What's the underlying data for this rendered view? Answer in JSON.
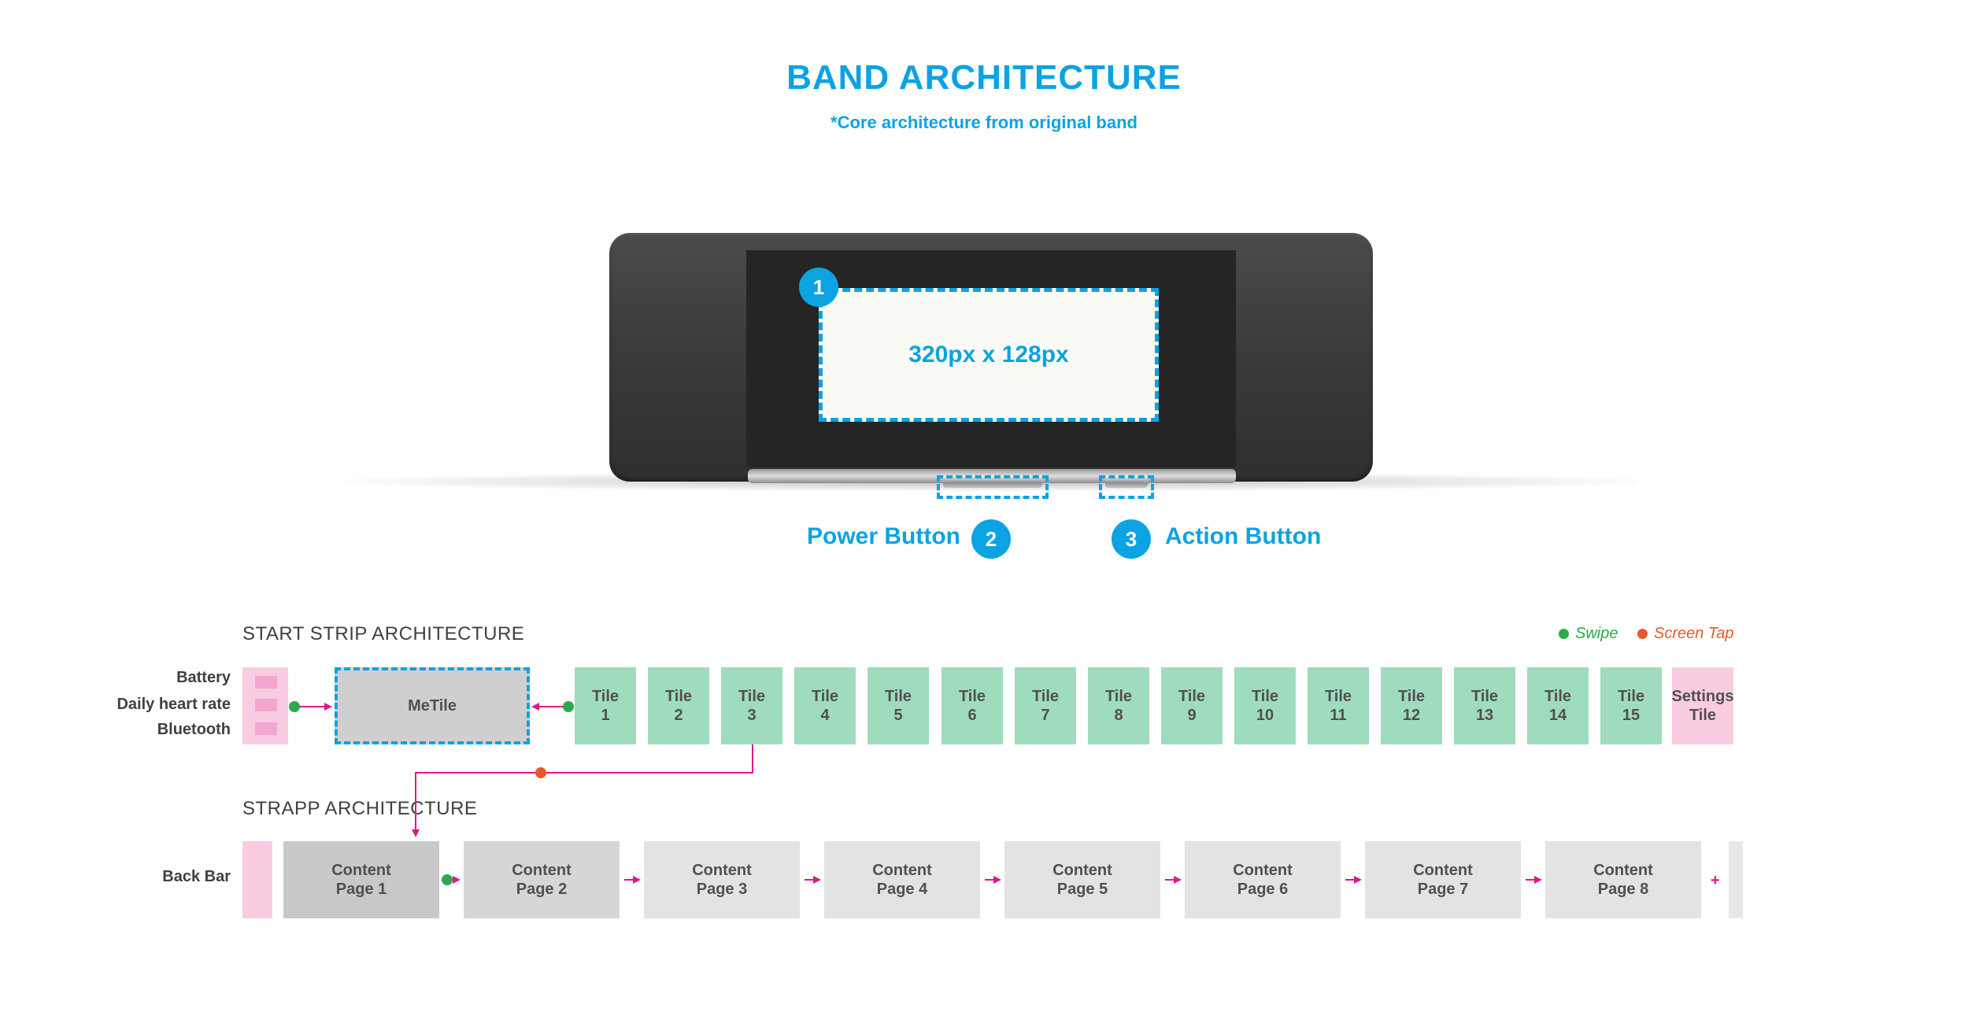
{
  "header": {
    "title": "BAND ARCHITECTURE",
    "subtitle": "*Core architecture from original band"
  },
  "device": {
    "screen_label": "320px x 128px",
    "screen_number": "1",
    "power_button": {
      "number": "2",
      "label": "Power Button"
    },
    "action_button": {
      "number": "3",
      "label": "Action Button"
    }
  },
  "start_strip": {
    "title": "START STRIP ARCHITECTURE",
    "side_labels": [
      "Battery",
      "Daily heart rate",
      "Bluetooth"
    ],
    "metile_label": "MeTile",
    "tiles": [
      {
        "line1": "Tile",
        "line2": "1"
      },
      {
        "line1": "Tile",
        "line2": "2"
      },
      {
        "line1": "Tile",
        "line2": "3"
      },
      {
        "line1": "Tile",
        "line2": "4"
      },
      {
        "line1": "Tile",
        "line2": "5"
      },
      {
        "line1": "Tile",
        "line2": "6"
      },
      {
        "line1": "Tile",
        "line2": "7"
      },
      {
        "line1": "Tile",
        "line2": "8"
      },
      {
        "line1": "Tile",
        "line2": "9"
      },
      {
        "line1": "Tile",
        "line2": "10"
      },
      {
        "line1": "Tile",
        "line2": "11"
      },
      {
        "line1": "Tile",
        "line2": "12"
      },
      {
        "line1": "Tile",
        "line2": "13"
      },
      {
        "line1": "Tile",
        "line2": "14"
      },
      {
        "line1": "Tile",
        "line2": "15"
      }
    ],
    "settings_tile": {
      "line1": "Settings",
      "line2": "Tile"
    }
  },
  "legend": {
    "swipe": "Swipe",
    "screen_tap": "Screen Tap",
    "swipe_color": "#2aaa4a",
    "screen_tap_color": "#e8592a"
  },
  "strapp": {
    "title": "STRAPP ARCHITECTURE",
    "side_label": "Back Bar",
    "pages": [
      {
        "line1": "Content",
        "line2": "Page 1"
      },
      {
        "line1": "Content",
        "line2": "Page 2"
      },
      {
        "line1": "Content",
        "line2": "Page 3"
      },
      {
        "line1": "Content",
        "line2": "Page 4"
      },
      {
        "line1": "Content",
        "line2": "Page 5"
      },
      {
        "line1": "Content",
        "line2": "Page 6"
      },
      {
        "line1": "Content",
        "line2": "Page 7"
      },
      {
        "line1": "Content",
        "line2": "Page 8"
      }
    ],
    "more_symbol": "+"
  },
  "colors": {
    "accent": "#0ba3e2",
    "tile_green": "#9fdcbd",
    "pink": "#f9cce2",
    "arrow": "#e0168c",
    "gray_dark": "#c8c8c8",
    "gray_light": "#e3e3e3"
  }
}
